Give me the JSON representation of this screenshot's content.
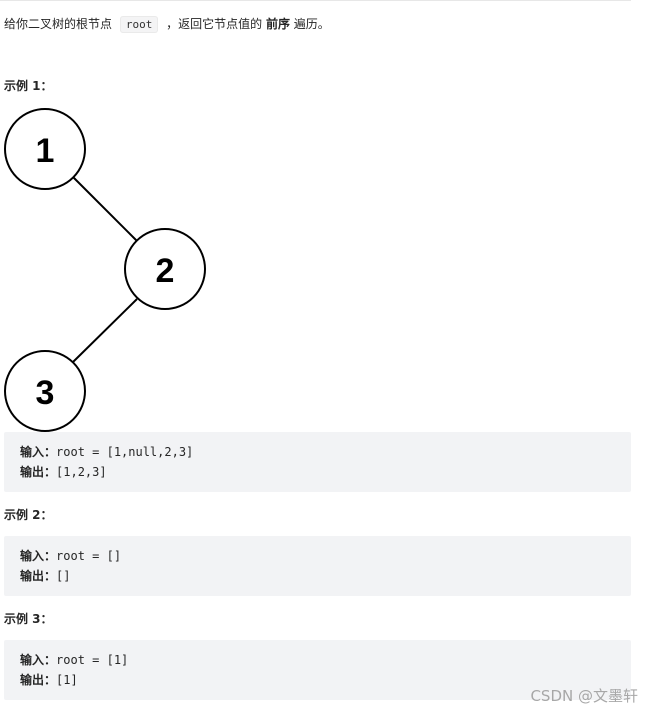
{
  "description": {
    "prefix": "给你二叉树的根节点 ",
    "code": "root",
    "middle": " ，返回它节点值的 ",
    "emphasis": "前序",
    "suffix": " 遍历。"
  },
  "examples": [
    {
      "title": "示例 1：",
      "tree_nodes": [
        "1",
        "2",
        "3"
      ],
      "input_label": "输入：",
      "input_value": "root = [1,null,2,3]",
      "output_label": "输出：",
      "output_value": "[1,2,3]"
    },
    {
      "title": "示例 2：",
      "input_label": "输入：",
      "input_value": "root = []",
      "output_label": "输出：",
      "output_value": "[]"
    },
    {
      "title": "示例 3：",
      "input_label": "输入：",
      "input_value": "root = [1]",
      "output_label": "输出：",
      "output_value": "[1]"
    }
  ],
  "watermark": "CSDN @文墨轩"
}
